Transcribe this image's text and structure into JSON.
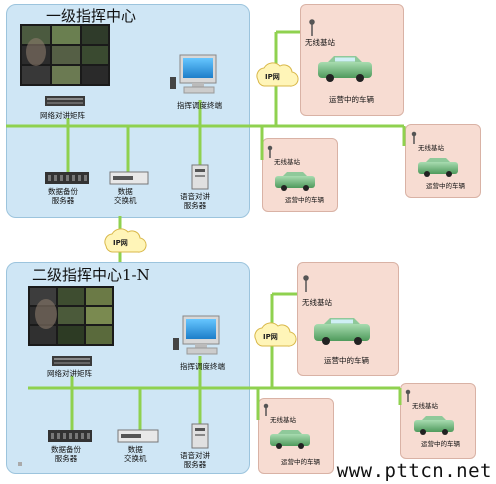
{
  "top_center": {
    "title": "一级指挥中心",
    "video_wall_label": "",
    "matrix_label": "网络对讲矩阵",
    "terminal_label": "指挥调度终端",
    "backup_server_label": "数据备份\n服务器",
    "switch_label": "数据\n交换机",
    "voice_server_label": "语音对讲\n服务器"
  },
  "bottom_center": {
    "title": "二级指挥中心1-N",
    "matrix_label": "网络对讲矩阵",
    "terminal_label": "指挥调度终端",
    "backup_server_label": "数据备份\n服务器",
    "switch_label": "数据\n交换机",
    "voice_server_label": "语音对讲\n服务器"
  },
  "network": {
    "ip_top": "IP网",
    "ip_middle": "IP网",
    "ip_bottom": "IP网"
  },
  "vehicles": {
    "base_station_label": "无线基站",
    "vehicle_label": "运营中的车辆"
  },
  "watermark": "www.pttcn.net",
  "colors": {
    "panel": "#cfe6f5",
    "bus_line": "#8fd14f",
    "vehicle_box": "#f7dcd2",
    "cloud": "#fff5b8"
  }
}
